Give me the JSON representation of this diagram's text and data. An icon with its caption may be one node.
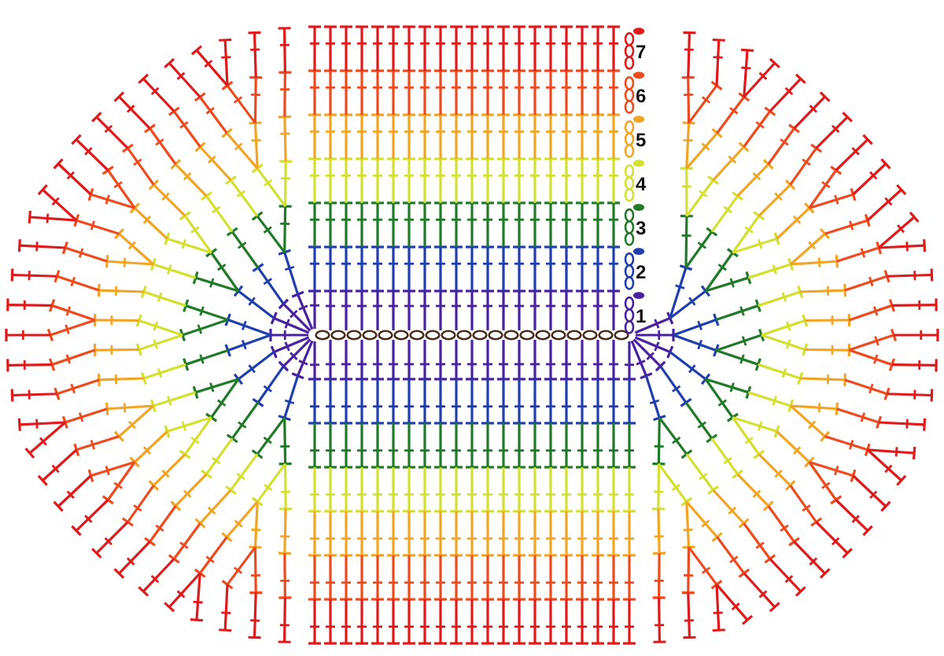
{
  "diagram": {
    "labels": [
      "7",
      "6",
      "5",
      "4",
      "3",
      "2",
      "1"
    ]
  }
}
